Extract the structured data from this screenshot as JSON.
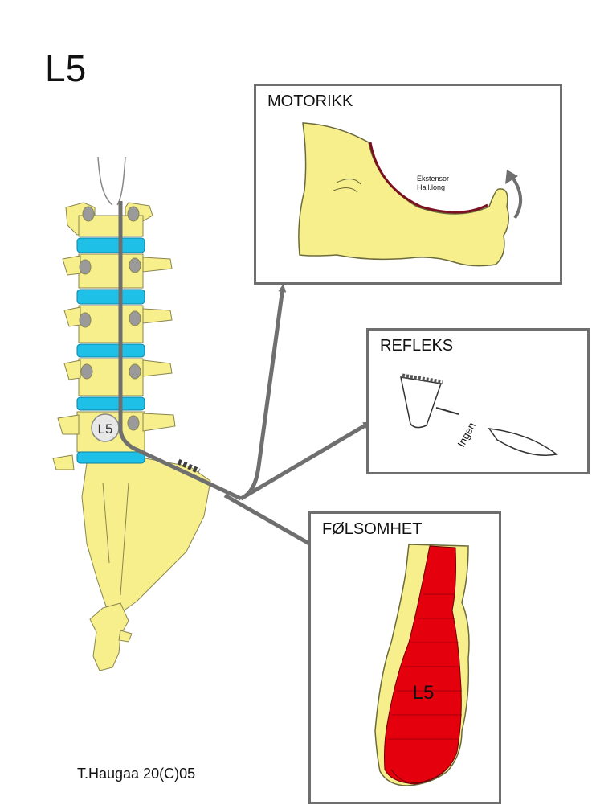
{
  "title": "L5",
  "panels": {
    "motor": {
      "title": "MOTORIKK",
      "muscle_label_1": "Ekstensor",
      "muscle_label_2": "Hall.long"
    },
    "reflex": {
      "title": "REFLEKS",
      "response_label": "Ingen"
    },
    "sensory": {
      "title": "FØLSOMHET",
      "dermatome_label": "L5"
    }
  },
  "spine": {
    "root_label": "L5"
  },
  "credit": "T.Haugaa 20(C)05",
  "colors": {
    "bone": "#f7ef8c",
    "disc": "#1fc0e8",
    "nerve": "#6f6f6f",
    "dermatome": "#e5000d",
    "muscle": "#7a1020"
  }
}
